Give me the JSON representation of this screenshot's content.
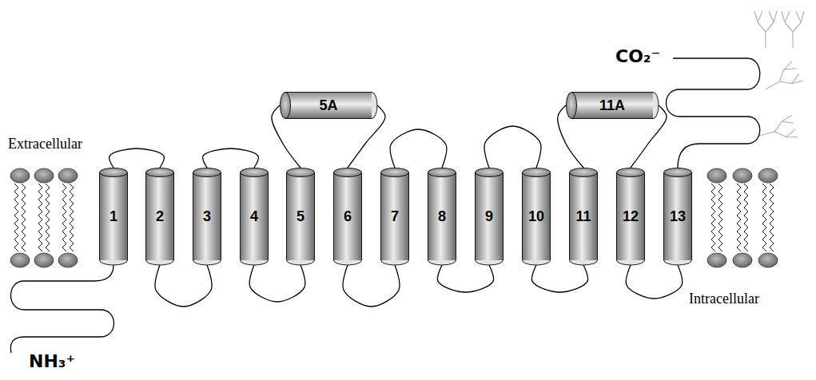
{
  "diagram": {
    "nodes": [
      {
        "text": [
          "1"
        ]
      },
      {
        "text": [
          "2"
        ]
      },
      {
        "text": [
          "3"
        ]
      },
      {
        "text": [
          "4"
        ]
      },
      {
        "text": [
          "5"
        ]
      },
      {
        "text": [
          "6"
        ]
      },
      {
        "text": [
          "7"
        ]
      },
      {
        "text": [
          "8"
        ]
      },
      {
        "text": [
          "9"
        ]
      },
      {
        "text": [
          "10"
        ]
      },
      {
        "text": [
          "11"
        ]
      },
      {
        "text": [
          "12"
        ]
      },
      {
        "text": [
          "13"
        ]
      },
      {
        "text": [
          "5A"
        ]
      },
      {
        "text": [
          "11A"
        ]
      }
    ],
    "edges": [
      {
        "from": 0,
        "to": 1,
        "arrow": "none"
      },
      {
        "from": 1,
        "to": 2,
        "arrow": "none"
      },
      {
        "from": 2,
        "to": 3,
        "arrow": "none"
      },
      {
        "from": 3,
        "to": 4,
        "arrow": "none"
      },
      {
        "from": 4,
        "to": 13,
        "arrow": "none"
      },
      {
        "from": 13,
        "to": 5,
        "arrow": "none"
      },
      {
        "from": 5,
        "to": 6,
        "arrow": "none"
      },
      {
        "from": 6,
        "to": 7,
        "arrow": "none"
      },
      {
        "from": 7,
        "to": 8,
        "arrow": "none"
      },
      {
        "from": 8,
        "to": 9,
        "arrow": "none"
      },
      {
        "from": 9,
        "to": 10,
        "arrow": "none"
      },
      {
        "from": 10,
        "to": 14,
        "arrow": "none"
      },
      {
        "from": 14,
        "to": 11,
        "arrow": "none"
      },
      {
        "from": 11,
        "to": 12,
        "arrow": "none"
      }
    ],
    "labels": [
      "Extracellular",
      "Intracellular",
      "NH₃⁺",
      "CO₂⁻"
    ]
  }
}
